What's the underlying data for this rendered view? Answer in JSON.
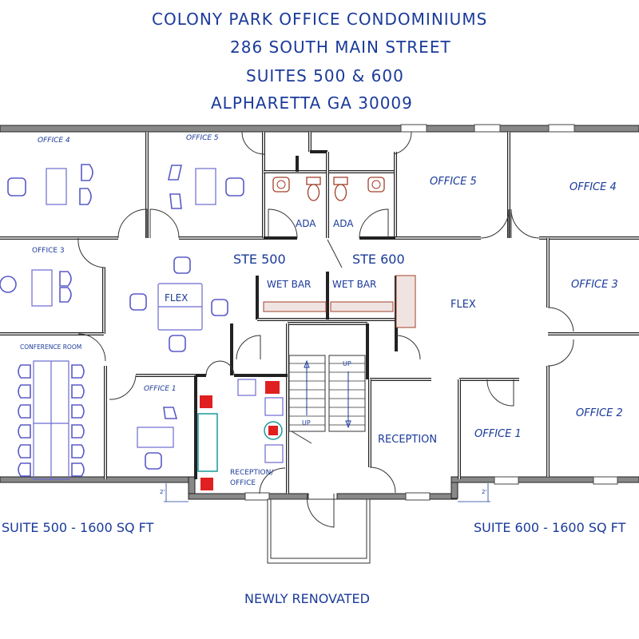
{
  "header": {
    "line1": "COLONY PARK OFFICE CONDOMINIUMS",
    "line2": "286 SOUTH MAIN STREET",
    "line3": "SUITES 500 & 600",
    "line4": "ALPHARETTA GA 30009"
  },
  "suite500": {
    "label": "STE 500",
    "area_label": "SUITE 500 - 1600 SQ FT",
    "rooms": {
      "office4": "OFFICE 4",
      "office5": "OFFICE 5",
      "office3": "OFFICE 3",
      "conference": "CONFERENCE ROOM",
      "flex": "FLEX",
      "office1": "OFFICE 1",
      "reception_line1": "RECEPTION/",
      "reception_line2": "OFFICE",
      "restroom": "ADA",
      "wetbar": "WET BAR"
    }
  },
  "suite600": {
    "label": "STE 600",
    "area_label": "SUITE 600 - 1600 SQ FT",
    "rooms": {
      "office5": "OFFICE 5",
      "office4": "OFFICE 4",
      "office3": "OFFICE 3",
      "flex": "FLEX",
      "office2": "OFFICE 2",
      "office1": "OFFICE 1",
      "reception": "RECEPTION",
      "restroom": "ADA",
      "wetbar": "WET BAR"
    }
  },
  "stairs": {
    "left_label": "UP",
    "right_label": "UP"
  },
  "dimensions": {
    "offset_left": "2'",
    "offset_right": "2'"
  },
  "footer": {
    "text": "NEWLY RENOVATED"
  },
  "colors": {
    "text": "#1a3a9a",
    "walls": "#222222",
    "furniture": "#6a6ad0",
    "plumbing": "#a0402a",
    "fire": "#e02020",
    "sofa": "#1a9a9a"
  }
}
